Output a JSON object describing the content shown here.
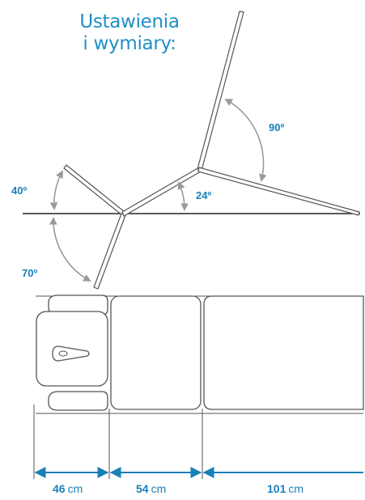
{
  "title": {
    "line1": "Ustawienia",
    "line2": "i wymiary:"
  },
  "angles": {
    "head_up": "40º",
    "head_down": "70º",
    "middle": "24º",
    "back": "90º"
  },
  "dimensions": [
    {
      "value": "46",
      "unit": "cm"
    },
    {
      "value": "54",
      "unit": "cm"
    },
    {
      "value": "101",
      "unit": "cm"
    }
  ],
  "colors": {
    "accent_blue": "#1a7fb8",
    "title_blue": "#1f8fc4",
    "line_gray": "#555555",
    "arc_gray": "#9a9a9a"
  }
}
